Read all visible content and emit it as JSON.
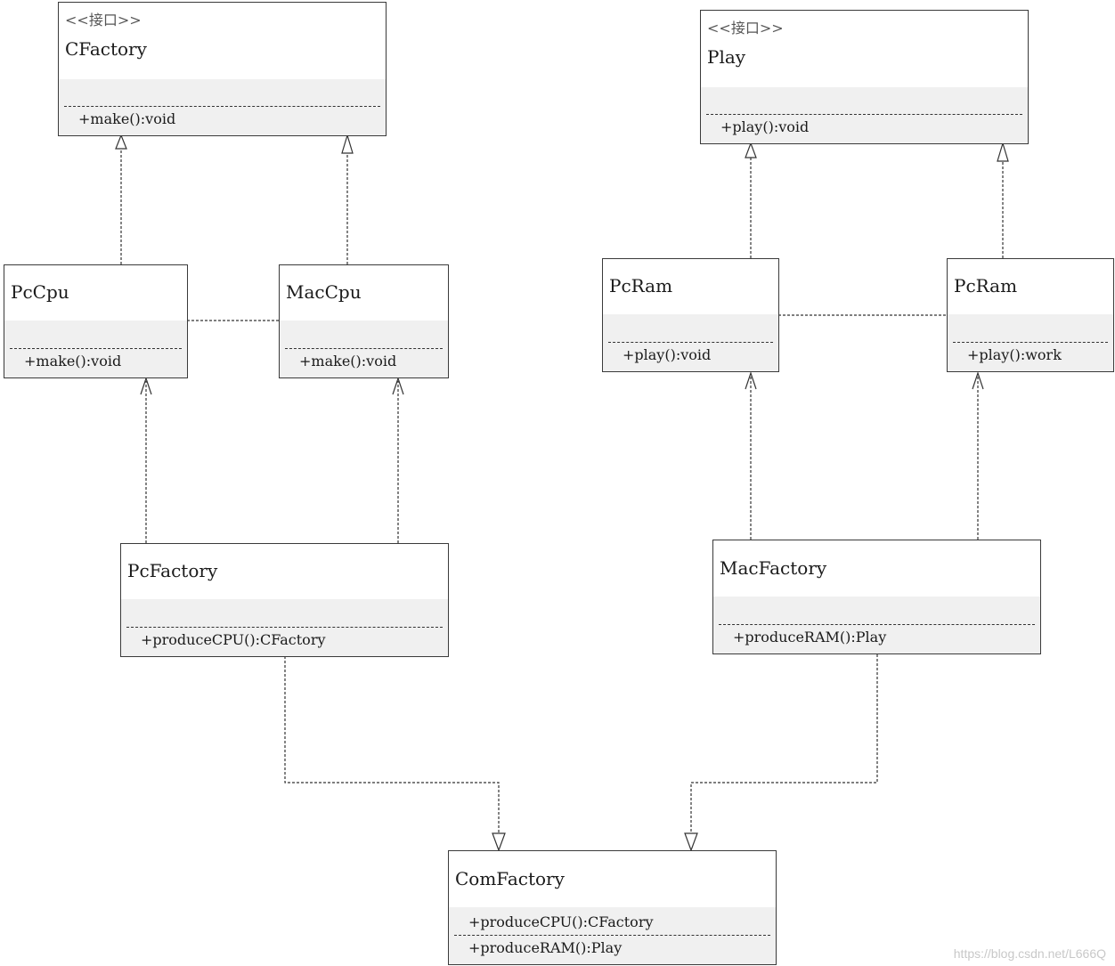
{
  "interfaces": {
    "cfactory": {
      "stereotype": "<<接口>>",
      "name": "CFactory",
      "op": "+make():void"
    },
    "play": {
      "stereotype": "<<接口>>",
      "name": "Play",
      "op": "+play():void"
    }
  },
  "classes": {
    "pccpu": {
      "name": "PcCpu",
      "op": "+make():void"
    },
    "maccpu": {
      "name": "MacCpu",
      "op": "+make():void"
    },
    "pcram1": {
      "name": "PcRam",
      "op": "+play():void"
    },
    "pcram2": {
      "name": "PcRam",
      "op": "+play():work"
    },
    "pcfactory": {
      "name": "PcFactory",
      "op": "+produceCPU():CFactory"
    },
    "macfactory": {
      "name": "MacFactory",
      "op": "+produceRAM():Play"
    },
    "comfactory": {
      "name": "ComFactory",
      "op1": "+produceCPU():CFactory",
      "op2": "+produceRAM():Play"
    }
  },
  "watermark": "https://blog.csdn.net/L666Q"
}
